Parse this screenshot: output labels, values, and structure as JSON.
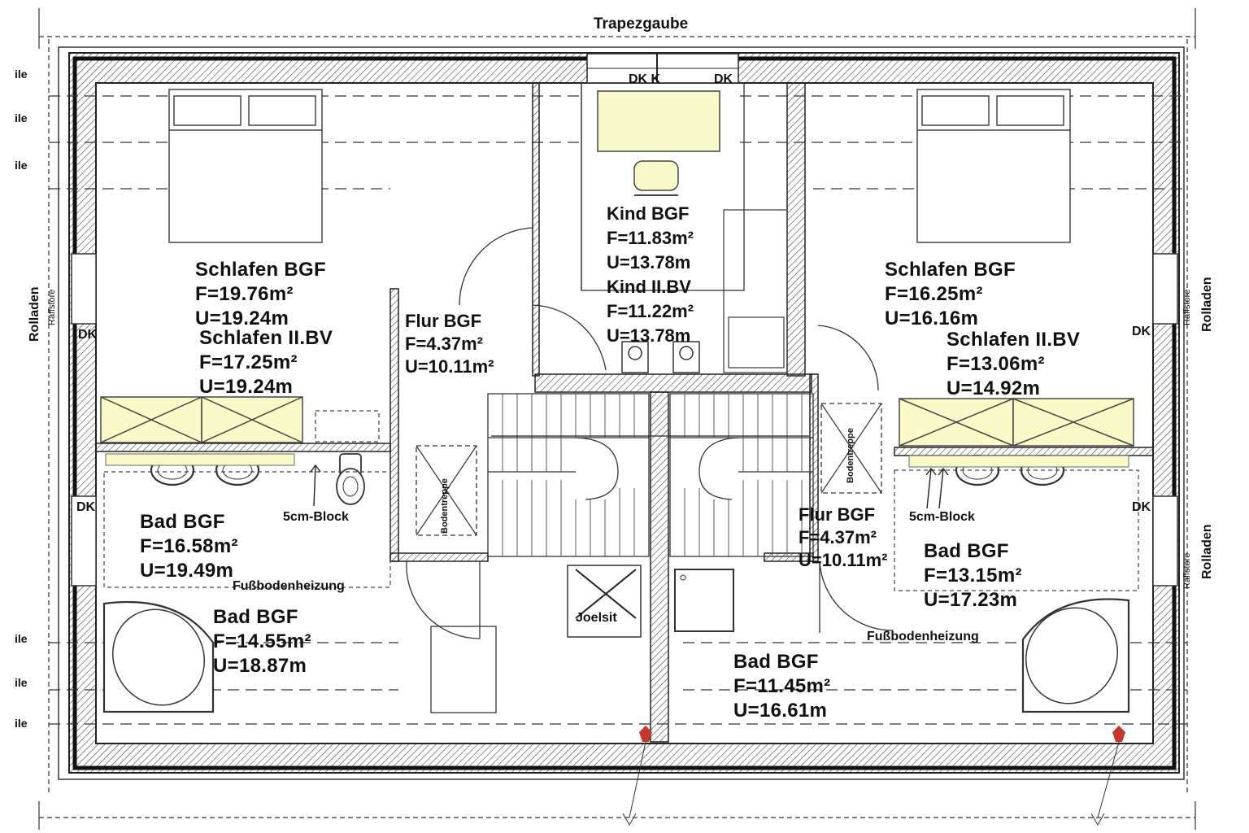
{
  "header": {
    "title": "Trapezgaube"
  },
  "side_marks": [
    "ile",
    "ile",
    "ile",
    "ile",
    "ile",
    "ile"
  ],
  "window_marks": {
    "dk": "DK",
    "dk_k": "DK K",
    "rolladen": "Rolladen",
    "raffstore": "Raffstore"
  },
  "rooms": {
    "schlafen_left": {
      "name": "Schlafen BGF",
      "f": "F=19.76m²",
      "u": "U=19.24m",
      "name2": "Schlafen II.BV",
      "f2": "F=17.25m²",
      "u2": "U=19.24m"
    },
    "flur_left": {
      "name": "Flur BGF",
      "f": "F=4.37m²",
      "u": "U=10.11m²"
    },
    "kind": {
      "name": "Kind BGF",
      "f": "F=11.83m²",
      "u": "U=13.78m",
      "name2": "Kind II.BV",
      "f2": "F=11.22m²",
      "u2": "U=13.78m"
    },
    "schlafen_right": {
      "name": "Schlafen BGF",
      "f": "F=16.25m²",
      "u": "U=16.16m",
      "name2": "Schlafen II.BV",
      "f2": "F=13.06m²",
      "u2": "U=14.92m"
    },
    "bad_left": {
      "name": "Bad BGF",
      "f": "F=16.58m²",
      "u": "U=19.49m",
      "name2": "Bad BGF",
      "f2": "F=14.55m²",
      "u2": "U=18.87m"
    },
    "flur_right": {
      "name": "Flur BGF",
      "f": "F=4.37m²",
      "u": "U=10.11m²"
    },
    "bad_right": {
      "name": "Bad BGF",
      "f": "F=13.15m²",
      "u": "U=17.23m",
      "name2": "Bad BGF",
      "f2": "F=11.45m²",
      "u2": "U=16.61m"
    }
  },
  "notes": {
    "block_left": "5cm-Block",
    "block_right": "5cm-Block",
    "floor_heating_left": "Fußbodenheizung",
    "floor_heating_right": "Fußbodenheizung",
    "toilet": "Joelsit",
    "attic_stair": "Bodentreppe"
  },
  "colors": {
    "accent_fill": "#fafac8",
    "wall": "#222222",
    "marker": "#c0392b"
  }
}
